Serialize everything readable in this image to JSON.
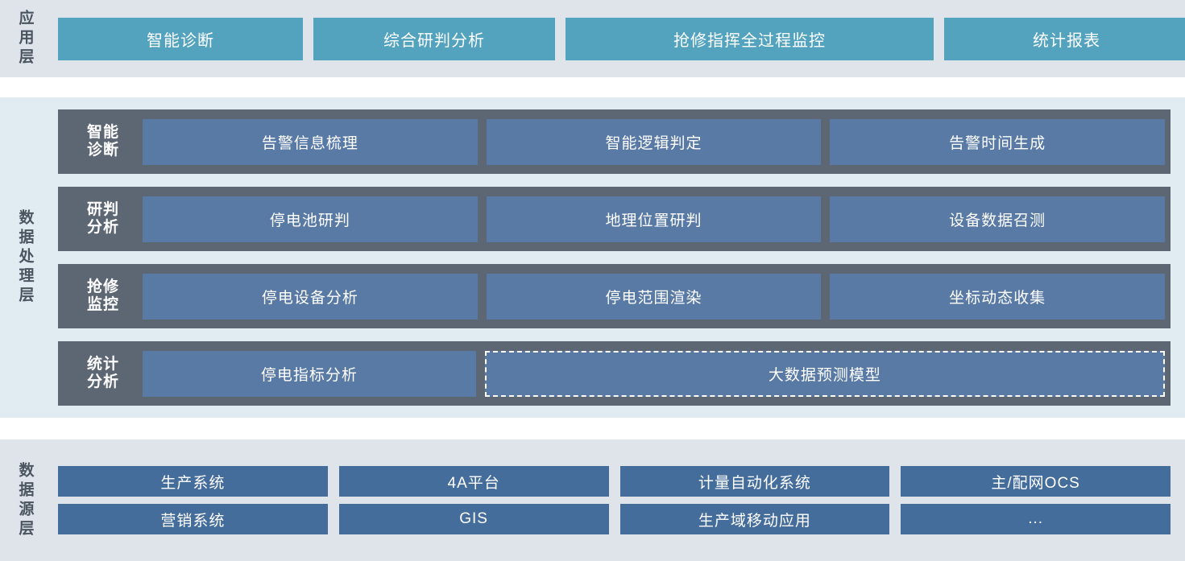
{
  "layers": {
    "application": {
      "label": "应用层",
      "boxes": [
        {
          "label": "智能诊断"
        },
        {
          "label": "综合研判分析"
        },
        {
          "label": "抢修指挥全过程监控"
        },
        {
          "label": "统计报表"
        }
      ]
    },
    "processing": {
      "label": "数据处理层",
      "rows": [
        {
          "title": "智能\n诊断",
          "title_line1": "智能",
          "title_line2": "诊断",
          "cells": [
            {
              "label": "告警信息梳理",
              "dashed": false
            },
            {
              "label": "智能逻辑判定",
              "dashed": false
            },
            {
              "label": "告警时间生成",
              "dashed": false
            }
          ]
        },
        {
          "title_line1": "研判",
          "title_line2": "分析",
          "cells": [
            {
              "label": "停电池研判",
              "dashed": false
            },
            {
              "label": "地理位置研判",
              "dashed": false
            },
            {
              "label": "设备数据召测",
              "dashed": false
            }
          ]
        },
        {
          "title_line1": "抢修",
          "title_line2": "监控",
          "cells": [
            {
              "label": "停电设备分析",
              "dashed": false
            },
            {
              "label": "停电范围渲染",
              "dashed": false
            },
            {
              "label": "坐标动态收集",
              "dashed": false
            }
          ]
        },
        {
          "title_line1": "统计",
          "title_line2": "分析",
          "cells": [
            {
              "label": "停电指标分析",
              "dashed": false
            },
            {
              "label": "大数据预测模型",
              "dashed": true
            }
          ]
        }
      ]
    },
    "source": {
      "label": "数据源层",
      "rows": [
        [
          {
            "label": "生产系统"
          },
          {
            "label": "4A平台"
          },
          {
            "label": "计量自动化系统"
          },
          {
            "label": "主/配网OCS"
          }
        ],
        [
          {
            "label": "营销系统"
          },
          {
            "label": "GIS"
          },
          {
            "label": "生产域移动应用"
          },
          {
            "label": "..."
          }
        ]
      ]
    }
  },
  "colors": {
    "app_band_bg": "#dfe3ea",
    "app_box": "#53a3bf",
    "process_band_bg": "#e0ecf2",
    "process_row_bg": "#5d6673",
    "process_box": "#597aa5",
    "source_band_bg": "#dfe3ea",
    "source_box": "#456d9b",
    "label_text": "#4a5560",
    "box_text": "#ffffff"
  }
}
